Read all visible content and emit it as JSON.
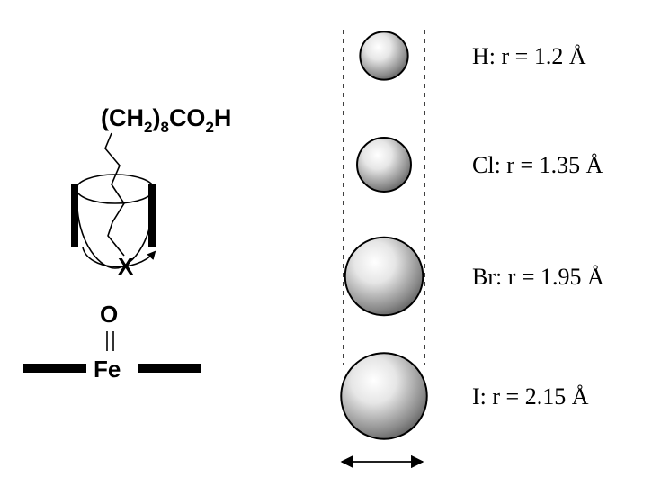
{
  "molecule": {
    "chain_text": "(CH",
    "chain_sub1": "2",
    "chain_mid": ")",
    "chain_sub2": "8",
    "chain_end_a": "CO",
    "chain_sub3": "2",
    "chain_end_b": "H",
    "halogen_label": "X",
    "oxo_label": "O",
    "metal_label": "Fe"
  },
  "atoms": [
    {
      "element": "H",
      "label": "H: r = 1.2 Å",
      "radius_angstrom": 1.2
    },
    {
      "element": "Cl",
      "label": "Cl: r = 1.35 Å",
      "radius_angstrom": 1.35
    },
    {
      "element": "Br",
      "label": "Br: r = 1.95 Å",
      "radius_angstrom": 1.95
    },
    {
      "element": "I",
      "label": "I: r = 2.15 Å",
      "radius_angstrom": 2.15
    }
  ],
  "colors": {
    "ink": "#000000",
    "sphere_light": "#ffffff",
    "sphere_dark": "#5a5a5a"
  }
}
